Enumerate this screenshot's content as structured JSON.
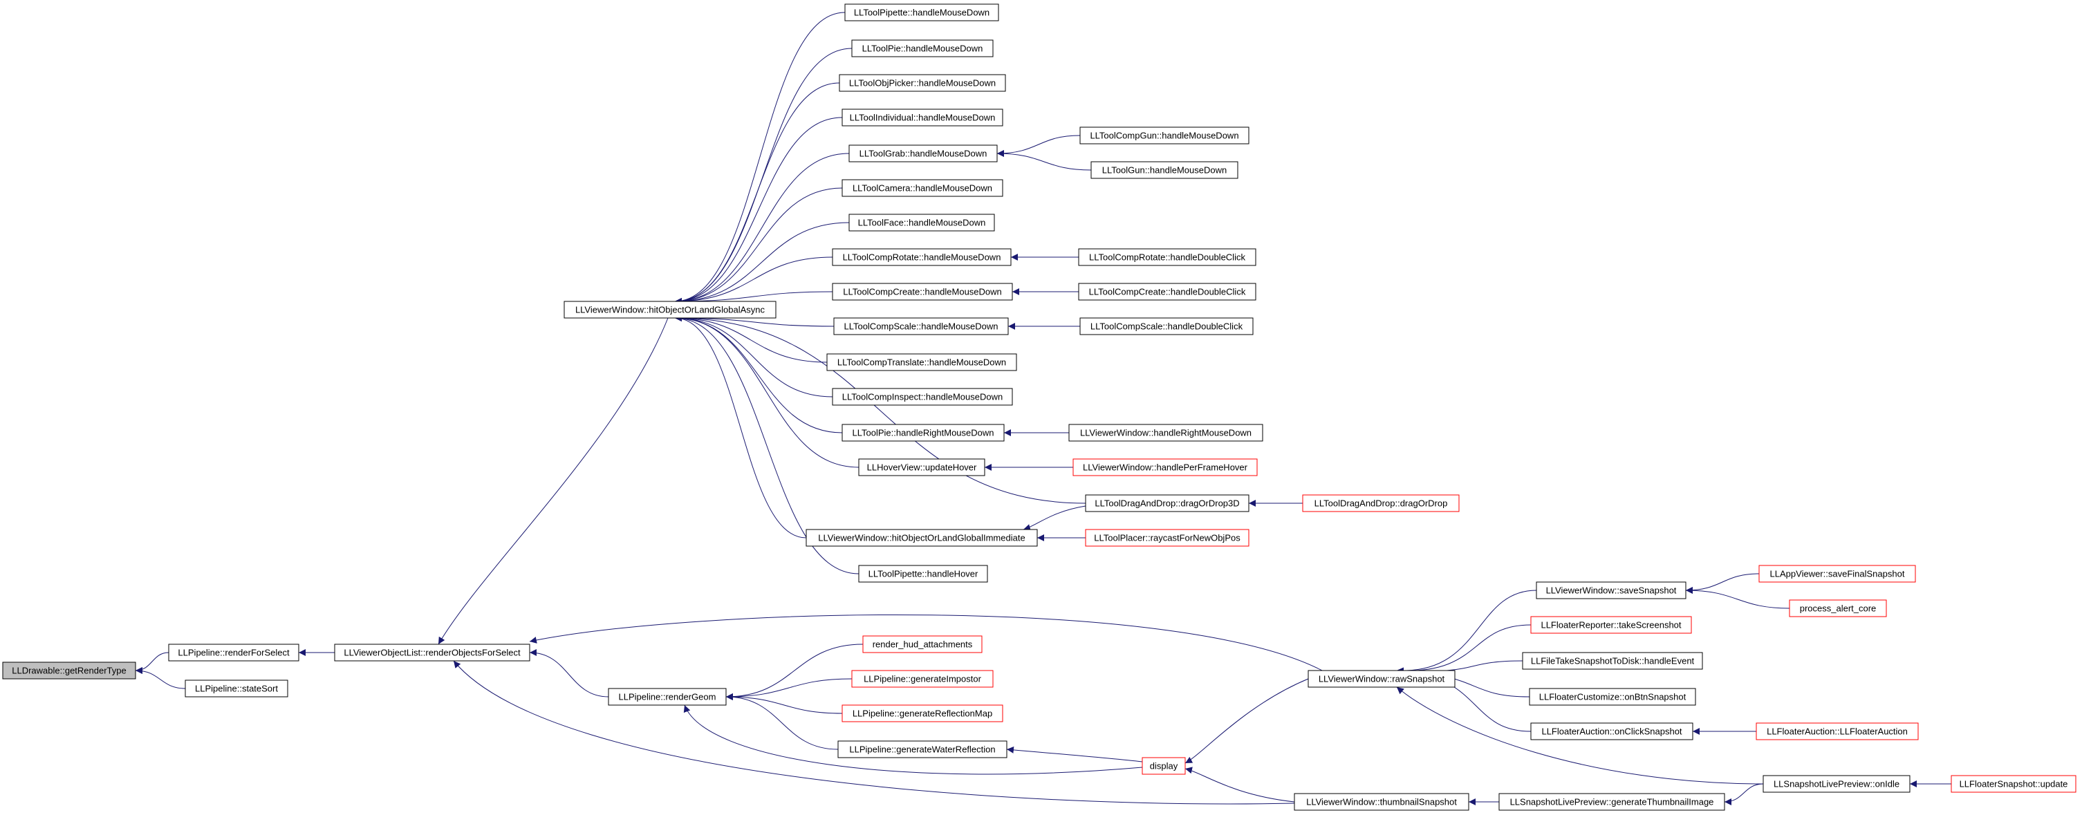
{
  "colors": {
    "node_border": "#000000",
    "link_border": "#ff0000",
    "root_fill": "#bfbfbf",
    "edge": "#191970",
    "background": "#ffffff"
  },
  "nodes": [
    {
      "id": "n0",
      "label": "LLDrawable::getRenderType",
      "style": "root"
    },
    {
      "id": "n1",
      "label": "LLPipeline::renderForSelect",
      "style": "normal"
    },
    {
      "id": "n2",
      "label": "LLPipeline::stateSort",
      "style": "normal"
    },
    {
      "id": "n3",
      "label": "LLViewerObjectList::renderObjectsForSelect",
      "style": "normal"
    },
    {
      "id": "n4",
      "label": "LLViewerWindow::hitObjectOrLandGlobalAsync",
      "style": "normal"
    },
    {
      "id": "n5",
      "label": "LLPipeline::renderGeom",
      "style": "normal"
    },
    {
      "id": "n6",
      "label": "LLToolPipette::handleMouseDown",
      "style": "normal"
    },
    {
      "id": "n7",
      "label": "LLToolPie::handleMouseDown",
      "style": "normal"
    },
    {
      "id": "n8",
      "label": "LLToolObjPicker::handleMouseDown",
      "style": "normal"
    },
    {
      "id": "n9",
      "label": "LLToolIndividual::handleMouseDown",
      "style": "normal"
    },
    {
      "id": "n10",
      "label": "LLToolGrab::handleMouseDown",
      "style": "normal"
    },
    {
      "id": "n11",
      "label": "LLToolCamera::handleMouseDown",
      "style": "normal"
    },
    {
      "id": "n12",
      "label": "LLToolFace::handleMouseDown",
      "style": "normal"
    },
    {
      "id": "n13",
      "label": "LLToolCompRotate::handleMouseDown",
      "style": "normal"
    },
    {
      "id": "n14",
      "label": "LLToolCompCreate::handleMouseDown",
      "style": "normal"
    },
    {
      "id": "n15",
      "label": "LLToolCompScale::handleMouseDown",
      "style": "normal"
    },
    {
      "id": "n16",
      "label": "LLToolCompTranslate::handleMouseDown",
      "style": "normal"
    },
    {
      "id": "n17",
      "label": "LLToolCompInspect::handleMouseDown",
      "style": "normal"
    },
    {
      "id": "n18",
      "label": "LLToolPie::handleRightMouseDown",
      "style": "normal"
    },
    {
      "id": "n19",
      "label": "LLHoverView::updateHover",
      "style": "normal"
    },
    {
      "id": "n20",
      "label": "LLToolDragAndDrop::dragOrDrop3D",
      "style": "normal"
    },
    {
      "id": "n21",
      "label": "LLViewerWindow::hitObjectOrLandGlobalImmediate",
      "style": "normal"
    },
    {
      "id": "n22",
      "label": "LLToolPipette::handleHover",
      "style": "normal"
    },
    {
      "id": "n23",
      "label": "LLToolCompGun::handleMouseDown",
      "style": "normal"
    },
    {
      "id": "n24",
      "label": "LLToolGun::handleMouseDown",
      "style": "normal"
    },
    {
      "id": "n25",
      "label": "LLToolCompRotate::handleDoubleClick",
      "style": "normal"
    },
    {
      "id": "n26",
      "label": "LLToolCompCreate::handleDoubleClick",
      "style": "normal"
    },
    {
      "id": "n27",
      "label": "LLToolCompScale::handleDoubleClick",
      "style": "normal"
    },
    {
      "id": "n28",
      "label": "LLViewerWindow::handleRightMouseDown",
      "style": "normal"
    },
    {
      "id": "n29",
      "label": "LLViewerWindow::handlePerFrameHover",
      "style": "link"
    },
    {
      "id": "n30",
      "label": "LLToolDragAndDrop::dragOrDrop",
      "style": "link"
    },
    {
      "id": "n31",
      "label": "LLToolPlacer::raycastForNewObjPos",
      "style": "link"
    },
    {
      "id": "n32",
      "label": "render_hud_attachments",
      "style": "link"
    },
    {
      "id": "n33",
      "label": "LLPipeline::generateImpostor",
      "style": "link"
    },
    {
      "id": "n34",
      "label": "LLPipeline::generateReflectionMap",
      "style": "link"
    },
    {
      "id": "n35",
      "label": "LLPipeline::generateWaterReflection",
      "style": "normal"
    },
    {
      "id": "n36",
      "label": "display",
      "style": "link"
    },
    {
      "id": "n37",
      "label": "LLViewerWindow::rawSnapshot",
      "style": "normal"
    },
    {
      "id": "n38",
      "label": "LLViewerWindow::thumbnailSnapshot",
      "style": "normal"
    },
    {
      "id": "n39",
      "label": "LLViewerWindow::saveSnapshot",
      "style": "normal"
    },
    {
      "id": "n40",
      "label": "LLFloaterReporter::takeScreenshot",
      "style": "link"
    },
    {
      "id": "n41",
      "label": "LLFileTakeSnapshotToDisk::handleEvent",
      "style": "normal"
    },
    {
      "id": "n42",
      "label": "LLFloaterCustomize::onBtnSnapshot",
      "style": "normal"
    },
    {
      "id": "n43",
      "label": "LLFloaterAuction::onClickSnapshot",
      "style": "normal"
    },
    {
      "id": "n44",
      "label": "LLSnapshotLivePreview::onIdle",
      "style": "normal"
    },
    {
      "id": "n45",
      "label": "LLSnapshotLivePreview::generateThumbnailImage",
      "style": "normal"
    },
    {
      "id": "n46",
      "label": "LLAppViewer::saveFinalSnapshot",
      "style": "link"
    },
    {
      "id": "n47",
      "label": "process_alert_core",
      "style": "link"
    },
    {
      "id": "n48",
      "label": "LLFloaterAuction::LLFloaterAuction",
      "style": "link"
    },
    {
      "id": "n49",
      "label": "LLFloaterSnapshot::update",
      "style": "link"
    }
  ],
  "edges": [
    {
      "from": "n1",
      "to": "n0"
    },
    {
      "from": "n2",
      "to": "n0"
    },
    {
      "from": "n3",
      "to": "n1"
    },
    {
      "from": "n4",
      "to": "n3"
    },
    {
      "from": "n5",
      "to": "n3"
    },
    {
      "from": "n37",
      "to": "n3"
    },
    {
      "from": "n38",
      "to": "n3"
    },
    {
      "from": "n6",
      "to": "n4"
    },
    {
      "from": "n7",
      "to": "n4"
    },
    {
      "from": "n8",
      "to": "n4"
    },
    {
      "from": "n9",
      "to": "n4"
    },
    {
      "from": "n10",
      "to": "n4"
    },
    {
      "from": "n11",
      "to": "n4"
    },
    {
      "from": "n12",
      "to": "n4"
    },
    {
      "from": "n13",
      "to": "n4"
    },
    {
      "from": "n14",
      "to": "n4"
    },
    {
      "from": "n15",
      "to": "n4"
    },
    {
      "from": "n16",
      "to": "n4"
    },
    {
      "from": "n17",
      "to": "n4"
    },
    {
      "from": "n18",
      "to": "n4"
    },
    {
      "from": "n19",
      "to": "n4"
    },
    {
      "from": "n20",
      "to": "n4"
    },
    {
      "from": "n21",
      "to": "n4"
    },
    {
      "from": "n22",
      "to": "n4"
    },
    {
      "from": "n23",
      "to": "n10"
    },
    {
      "from": "n24",
      "to": "n10"
    },
    {
      "from": "n25",
      "to": "n13"
    },
    {
      "from": "n26",
      "to": "n14"
    },
    {
      "from": "n27",
      "to": "n15"
    },
    {
      "from": "n28",
      "to": "n18"
    },
    {
      "from": "n29",
      "to": "n19"
    },
    {
      "from": "n30",
      "to": "n20"
    },
    {
      "from": "n20",
      "to": "n21"
    },
    {
      "from": "n31",
      "to": "n21"
    },
    {
      "from": "n32",
      "to": "n5"
    },
    {
      "from": "n33",
      "to": "n5"
    },
    {
      "from": "n34",
      "to": "n5"
    },
    {
      "from": "n35",
      "to": "n5"
    },
    {
      "from": "n36",
      "to": "n5"
    },
    {
      "from": "n36",
      "to": "n35"
    },
    {
      "from": "n37",
      "to": "n36"
    },
    {
      "from": "n38",
      "to": "n36"
    },
    {
      "from": "n39",
      "to": "n37"
    },
    {
      "from": "n40",
      "to": "n37"
    },
    {
      "from": "n41",
      "to": "n37"
    },
    {
      "from": "n42",
      "to": "n37"
    },
    {
      "from": "n43",
      "to": "n37"
    },
    {
      "from": "n44",
      "to": "n37"
    },
    {
      "from": "n45",
      "to": "n38"
    },
    {
      "from": "n44",
      "to": "n45"
    },
    {
      "from": "n46",
      "to": "n39"
    },
    {
      "from": "n47",
      "to": "n39"
    },
    {
      "from": "n48",
      "to": "n43"
    },
    {
      "from": "n49",
      "to": "n44"
    }
  ]
}
